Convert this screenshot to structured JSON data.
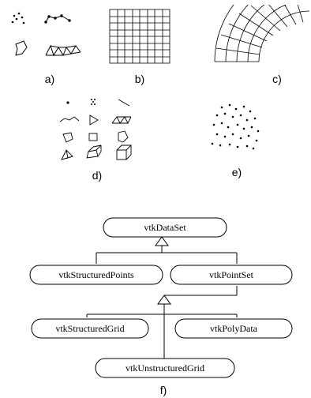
{
  "captions": {
    "a": "a)",
    "b": "b)",
    "c": "c)",
    "d": "d)",
    "e": "e)",
    "f": "f)"
  },
  "hierarchy": {
    "root": "vtkDataSet",
    "level1": [
      "vtkStructuredPoints",
      "vtkPointSet"
    ],
    "level2": [
      "vtkStructuredGrid",
      "vtkPolyData"
    ],
    "level3": "vtkUnstructuredGrid"
  }
}
